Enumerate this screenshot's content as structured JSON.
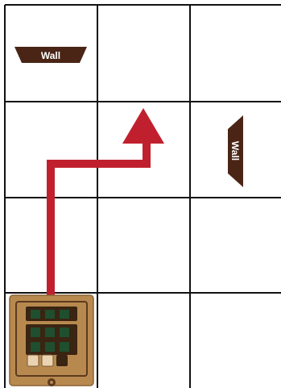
{
  "board": {
    "columns": 3,
    "rows": 4,
    "grid_color": "#111111",
    "background_color": "#ffffff"
  },
  "walls": [
    {
      "label": "Wall",
      "cell": {
        "col": 0,
        "row": 0
      },
      "side": "top",
      "color": "#4a2516"
    },
    {
      "label": "Wall",
      "cell": {
        "col": 2,
        "row": 1
      },
      "side": "left",
      "color": "#4a2516"
    }
  ],
  "path": {
    "color": "#c0202e",
    "from_cell": {
      "col": 0,
      "row": 3
    },
    "turn_cell": {
      "col": 0,
      "row": 1
    },
    "to_cell": {
      "col": 1,
      "row": 1
    },
    "ends_with": "arrow-up"
  },
  "robot": {
    "cell": {
      "col": 0,
      "row": 3
    },
    "facing": "up",
    "body_color": "#b8894f",
    "frame_color": "#5c3a1e",
    "screen_color": "#1f4f2e"
  }
}
